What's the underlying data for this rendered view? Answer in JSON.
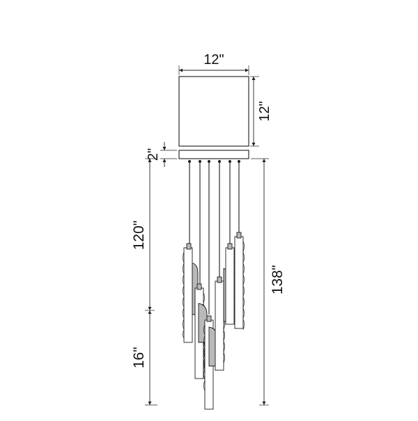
{
  "dimensions": {
    "canopy_width": "12\"",
    "canopy_height": "12\"",
    "plate_height": "2\"",
    "cord_length": "120\"",
    "fixture_length": "16\"",
    "overall_height": "138\""
  },
  "colors": {
    "line": "#1a1a1a",
    "background": "#ffffff",
    "rod_fill": "#b9b9b9"
  }
}
